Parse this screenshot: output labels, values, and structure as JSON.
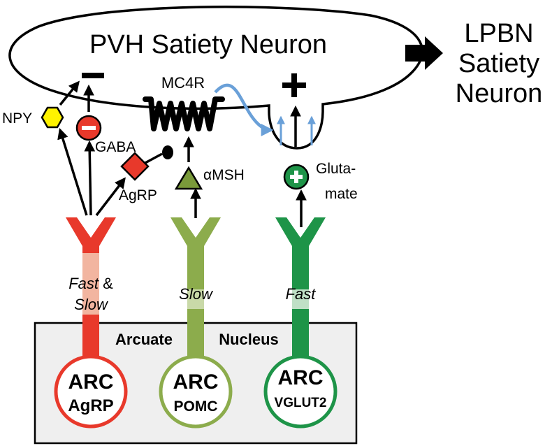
{
  "title": "PVH Satiety Neuron",
  "target": [
    "LPBN",
    "Satiety",
    "Neuron"
  ],
  "receptor": "MC4R",
  "inhibition_sign": "–",
  "excitation_sign": "+",
  "molecules": {
    "npy": "NPY",
    "gaba": "GABA",
    "agrp": "AgRP",
    "amsh": "αMSH",
    "glutamate_line1": "Gluta-",
    "glutamate_line2": "mate"
  },
  "speed_labels": {
    "agrp_line1_italic": "Fast",
    "agrp_line1_rest": " &",
    "agrp_line2": "Slow",
    "pomc": "Slow",
    "vglut2": "Fast"
  },
  "nucleus": {
    "word1": "Arcuate",
    "word2": "Nucleus"
  },
  "neurons": [
    {
      "line1": "ARC",
      "line2": "AgRP"
    },
    {
      "line1": "ARC",
      "line2": "POMC"
    },
    {
      "line1": "ARC",
      "line2": "VGLUT2"
    }
  ],
  "colors": {
    "agrp_red": "#e8392b",
    "agrp_light": "#f2b5a0",
    "pomc_olive": "#8cac4c",
    "pomc_light": "#c9d9a8",
    "vglut2_green": "#1e9448",
    "vglut2_light": "#bfe0c6",
    "npy_yellow": "#fff200",
    "amsh_green": "#7a9a3a",
    "mc4r_blue": "#6aa0d8",
    "nucleus_fill": "#efefef"
  }
}
